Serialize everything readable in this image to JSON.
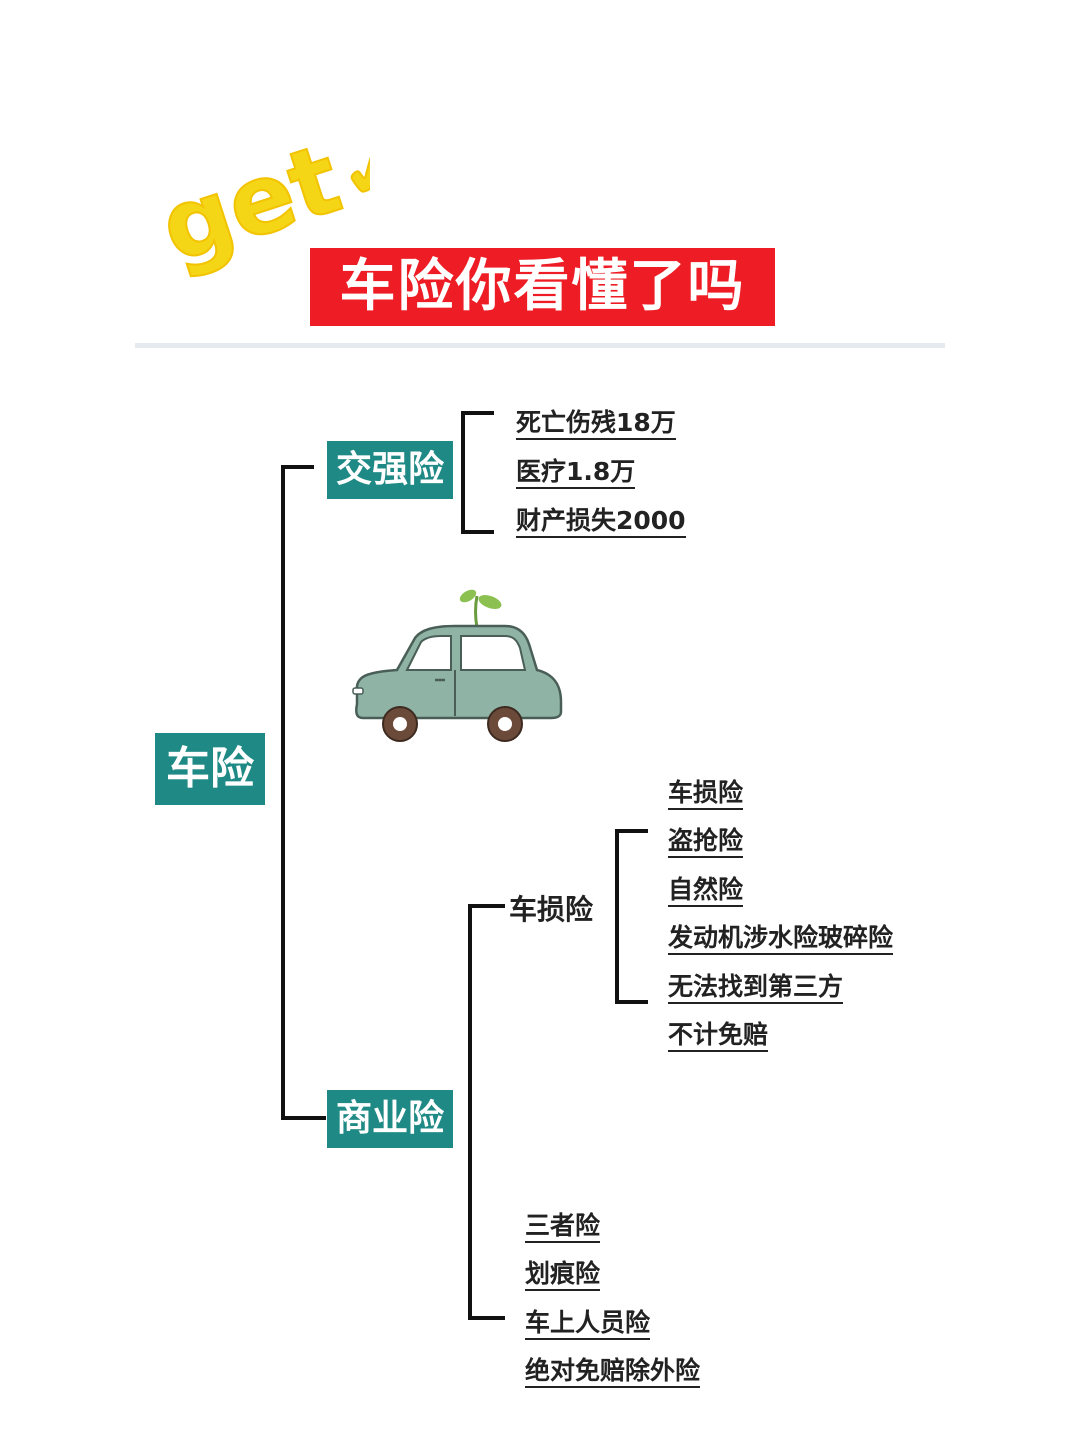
{
  "badge": {
    "text": "get✓"
  },
  "title": "车险你看懂了吗",
  "tree": {
    "root": "车险",
    "compulsory": {
      "label": "交强险",
      "items": [
        "死亡伤残18万",
        "医疗1.8万",
        "财产损失2000"
      ]
    },
    "commercial": {
      "label": "商业险",
      "vehicle_damage": {
        "label": "车损险",
        "items": [
          "车损险",
          "盗抢险",
          "自然险",
          "发动机涉水险玻碎险",
          "无法找到第三方",
          "不计免赔"
        ]
      },
      "others": [
        "三者险",
        "划痕险",
        "车上人员险",
        "绝对免赔除外险"
      ]
    }
  },
  "colors": {
    "title_bg": "#ee1c25",
    "box_bg": "#1f8a85",
    "badge_fill": "#f5d616",
    "check_fill": "#f5a623",
    "car_body": "#8fb3a5"
  }
}
